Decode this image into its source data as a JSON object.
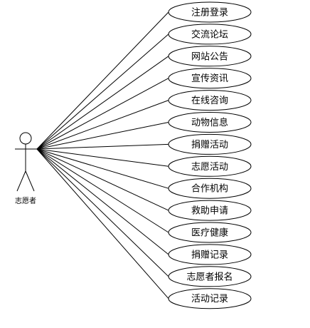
{
  "actor": {
    "label": "志愿者"
  },
  "use_cases": [
    {
      "label": "注册登录"
    },
    {
      "label": "交流论坛"
    },
    {
      "label": "网站公告"
    },
    {
      "label": "宣传资讯"
    },
    {
      "label": "在线咨询"
    },
    {
      "label": "动物信息"
    },
    {
      "label": "捐赠活动"
    },
    {
      "label": "志愿活动"
    },
    {
      "label": "合作机构"
    },
    {
      "label": "救助申请"
    },
    {
      "label": "医疗健康"
    },
    {
      "label": "捐赠记录"
    },
    {
      "label": "志愿者报名"
    },
    {
      "label": "活动记录"
    }
  ],
  "colors": {
    "stroke": "#000000",
    "fill": "#ffffff"
  }
}
